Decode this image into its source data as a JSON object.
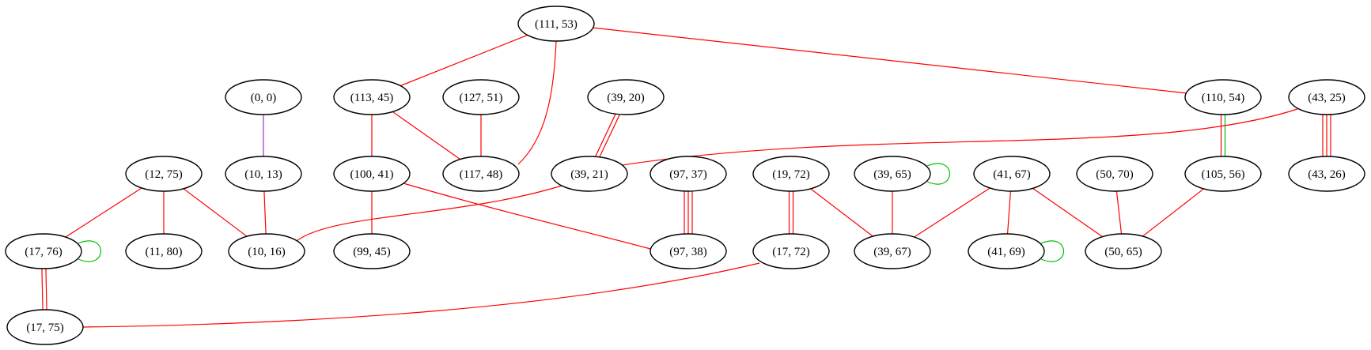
{
  "colors": {
    "red": "#ff0000",
    "green": "#00c000",
    "purple": "#9b30d0",
    "node_stroke": "#000000"
  },
  "nodes": [
    {
      "id": "n111_53",
      "label": "(111, 53)"
    },
    {
      "id": "n0_0",
      "label": "(0, 0)"
    },
    {
      "id": "n113_45",
      "label": "(113, 45)"
    },
    {
      "id": "n127_51",
      "label": "(127, 51)"
    },
    {
      "id": "n39_20",
      "label": "(39, 20)"
    },
    {
      "id": "n110_54",
      "label": "(110, 54)"
    },
    {
      "id": "n43_25",
      "label": "(43, 25)"
    },
    {
      "id": "n12_75",
      "label": "(12, 75)"
    },
    {
      "id": "n10_13",
      "label": "(10, 13)"
    },
    {
      "id": "n100_41",
      "label": "(100, 41)"
    },
    {
      "id": "n117_48",
      "label": "(117, 48)"
    },
    {
      "id": "n39_21",
      "label": "(39, 21)"
    },
    {
      "id": "n97_37",
      "label": "(97, 37)"
    },
    {
      "id": "n19_72",
      "label": "(19, 72)"
    },
    {
      "id": "n39_65",
      "label": "(39, 65)"
    },
    {
      "id": "n41_67",
      "label": "(41, 67)"
    },
    {
      "id": "n50_70",
      "label": "(50, 70)"
    },
    {
      "id": "n105_56",
      "label": "(105, 56)"
    },
    {
      "id": "n43_26",
      "label": "(43, 26)"
    },
    {
      "id": "n17_76",
      "label": "(17, 76)"
    },
    {
      "id": "n11_80",
      "label": "(11, 80)"
    },
    {
      "id": "n10_16",
      "label": "(10, 16)"
    },
    {
      "id": "n99_45",
      "label": "(99, 45)"
    },
    {
      "id": "n97_38",
      "label": "(97, 38)"
    },
    {
      "id": "n17_72",
      "label": "(17, 72)"
    },
    {
      "id": "n39_67",
      "label": "(39, 67)"
    },
    {
      "id": "n41_69",
      "label": "(41, 69)"
    },
    {
      "id": "n50_65",
      "label": "(50, 65)"
    },
    {
      "id": "n17_75",
      "label": "(17, 75)"
    }
  ],
  "edges": [
    {
      "from": "n111_53",
      "to": "n113_45",
      "colors": [
        "red"
      ]
    },
    {
      "from": "n111_53",
      "to": "n117_48",
      "colors": [
        "red"
      ]
    },
    {
      "from": "n111_53",
      "to": "n110_54",
      "colors": [
        "red"
      ]
    },
    {
      "from": "n0_0",
      "to": "n10_13",
      "colors": [
        "purple"
      ]
    },
    {
      "from": "n113_45",
      "to": "n100_41",
      "colors": [
        "red"
      ]
    },
    {
      "from": "n113_45",
      "to": "n117_48",
      "colors": [
        "red"
      ]
    },
    {
      "from": "n127_51",
      "to": "n117_48",
      "colors": [
        "red"
      ]
    },
    {
      "from": "n39_20",
      "to": "n39_21",
      "colors": [
        "red",
        "red"
      ]
    },
    {
      "from": "n110_54",
      "to": "n105_56",
      "colors": [
        "green",
        "red"
      ]
    },
    {
      "from": "n43_25",
      "to": "n39_21",
      "colors": [
        "red"
      ]
    },
    {
      "from": "n43_25",
      "to": "n43_26",
      "colors": [
        "red",
        "red",
        "red"
      ]
    },
    {
      "from": "n12_75",
      "to": "n17_76",
      "colors": [
        "red"
      ]
    },
    {
      "from": "n12_75",
      "to": "n11_80",
      "colors": [
        "red"
      ]
    },
    {
      "from": "n12_75",
      "to": "n10_16",
      "colors": [
        "red"
      ]
    },
    {
      "from": "n10_13",
      "to": "n10_16",
      "colors": [
        "red"
      ]
    },
    {
      "from": "n100_41",
      "to": "n99_45",
      "colors": [
        "red"
      ]
    },
    {
      "from": "n100_41",
      "to": "n97_38",
      "colors": [
        "red"
      ]
    },
    {
      "from": "n39_21",
      "to": "n10_16",
      "colors": [
        "red"
      ]
    },
    {
      "from": "n97_37",
      "to": "n97_38",
      "colors": [
        "red",
        "red",
        "red"
      ]
    },
    {
      "from": "n19_72",
      "to": "n17_72",
      "colors": [
        "red",
        "red"
      ]
    },
    {
      "from": "n19_72",
      "to": "n39_67",
      "colors": [
        "red"
      ]
    },
    {
      "from": "n39_65",
      "to": "n39_67",
      "colors": [
        "red"
      ]
    },
    {
      "from": "n41_67",
      "to": "n39_67",
      "colors": [
        "red"
      ]
    },
    {
      "from": "n41_67",
      "to": "n41_69",
      "colors": [
        "red"
      ]
    },
    {
      "from": "n41_67",
      "to": "n50_65",
      "colors": [
        "red"
      ]
    },
    {
      "from": "n50_70",
      "to": "n50_65",
      "colors": [
        "red"
      ]
    },
    {
      "from": "n105_56",
      "to": "n50_65",
      "colors": [
        "red"
      ]
    },
    {
      "from": "n17_76",
      "to": "n17_75",
      "colors": [
        "red",
        "red"
      ]
    },
    {
      "from": "n17_72",
      "to": "n17_75",
      "colors": [
        "red"
      ]
    },
    {
      "from": "n39_65",
      "to": "n39_65",
      "colors": [
        "green"
      ]
    },
    {
      "from": "n17_76",
      "to": "n17_76",
      "colors": [
        "green"
      ]
    },
    {
      "from": "n41_69",
      "to": "n41_69",
      "colors": [
        "green"
      ]
    }
  ]
}
